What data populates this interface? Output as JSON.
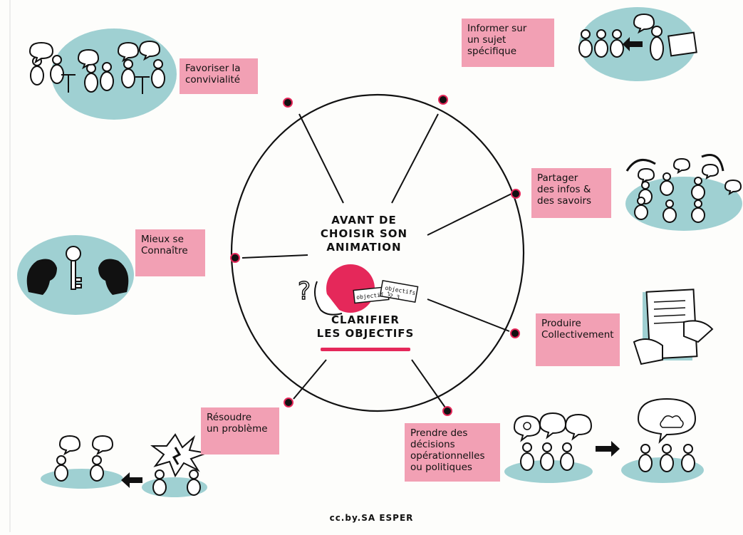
{
  "center": {
    "title": "AVANT DE\nCHOISIR SON\nANIMATION",
    "goal": "CLARIFIER\nLES OBJECTIFS",
    "tag1": "objectif 1",
    "tag2": "objectifs",
    "tag3": "2 3"
  },
  "objectives": {
    "convivialite": "Favoriser la\nconvivialité",
    "informer": "Informer sur\nun sujet\nspécifique",
    "partager": "Partager\ndes infos &\ndes savoirs",
    "connaitre": "Mieux se\nConnaître",
    "produire": "Produire\nCollectivement",
    "resoudre": "Résoudre\nun problème",
    "decider": "Prendre des\ndécisions\nopérationnelles\nou politiques"
  },
  "credit": "cc.by.SA ESPER",
  "colors": {
    "pink": "#f2a0b4",
    "teal": "#9fd0d2",
    "accent": "#e5285a",
    "ink": "#111111"
  }
}
